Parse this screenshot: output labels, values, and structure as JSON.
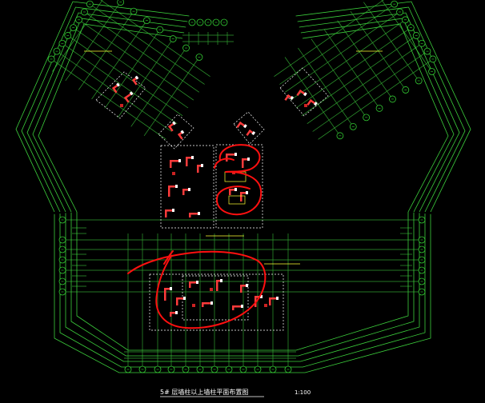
{
  "drawing": {
    "title": "5# 层墙柱以上墙柱平面布置图",
    "scale": "1:100"
  },
  "colors": {
    "background": "#000000",
    "grid": "#2f9e2f",
    "grid_bright": "#3ccf3c",
    "bubble": "#33cc33",
    "wall": "#ff3b3b",
    "wall_alt": "#ffffff",
    "hatch": "#cc2222",
    "detail_outline": "#ffffff",
    "markup": "#ff1010",
    "label_yellow": "#ffff33"
  },
  "annotations": {
    "markup_label": "red hand-drawn markup"
  }
}
